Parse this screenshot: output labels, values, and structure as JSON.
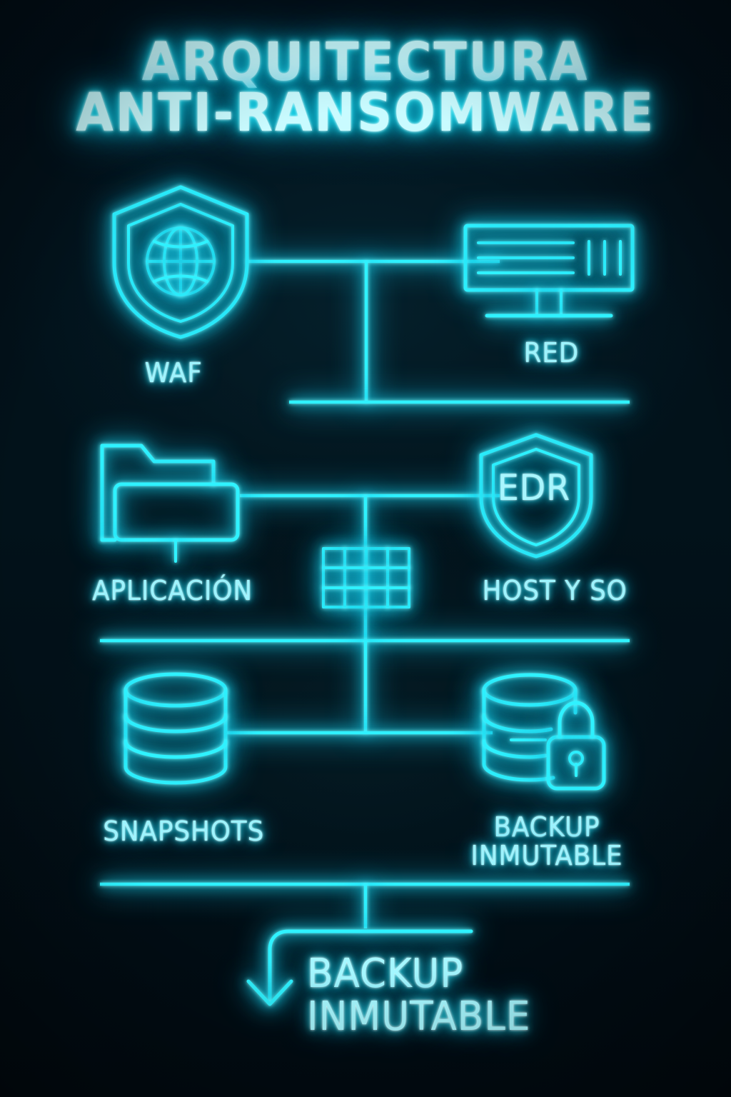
{
  "poster": {
    "title_line1": "ARQUITECTURA",
    "title_line2": "ANTI-RANSOMWARE",
    "accent_color": "#2ff2ff",
    "glow_color": "#12cdf0",
    "background_color": "#02121a"
  },
  "tiers": [
    {
      "name": "perimeter",
      "nodes": [
        {
          "id": "waf",
          "label": "WAF",
          "icon": "shield-globe-icon"
        },
        {
          "id": "red",
          "label": "RED",
          "icon": "server-monitor-icon"
        }
      ]
    },
    {
      "name": "workload",
      "nodes": [
        {
          "id": "aplicacion",
          "label": "APLICACIÓN",
          "icon": "folder-icon"
        },
        {
          "id": "host",
          "label": "HOST Y SO",
          "icon": "shield-edr-icon",
          "badge": "EDR"
        }
      ],
      "extra_icon": "grid-icon"
    },
    {
      "name": "data",
      "nodes": [
        {
          "id": "snapshots",
          "label": "SNAPSHOTS",
          "icon": "database-icon"
        },
        {
          "id": "backup",
          "label_line1": "BACKUP",
          "label_line2": "INMUTABLE",
          "icon": "database-lock-icon"
        }
      ]
    }
  ],
  "callout": {
    "line1": "BACKUP",
    "line2": "INMUTABLE",
    "arrow": "curved-down-arrow-icon"
  }
}
